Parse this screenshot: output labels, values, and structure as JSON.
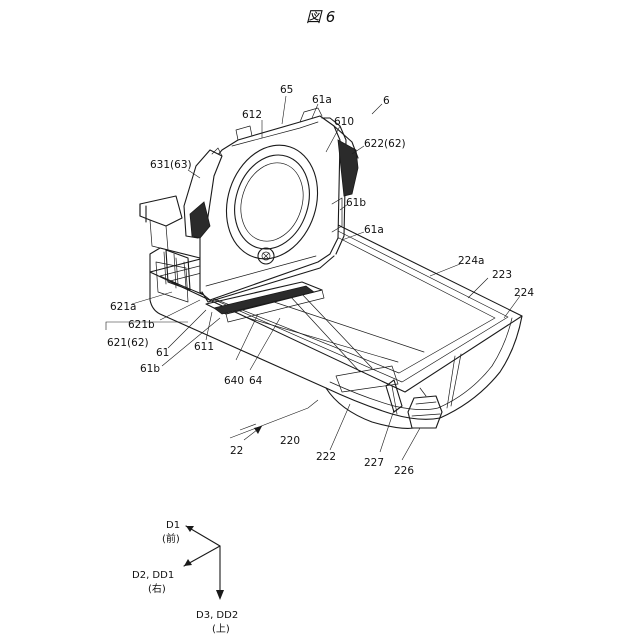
{
  "figure": {
    "title": "図 6"
  },
  "labels": {
    "l65": "65",
    "l61a_top": "61a",
    "l6": "6",
    "l612": "612",
    "l610": "610",
    "l622": "622(62)",
    "l631": "631(63)",
    "l61b_right": "61b",
    "l61a_mid": "61a",
    "l224a": "224a",
    "l223": "223",
    "l224": "224",
    "l621a": "621a",
    "l621b": "621b",
    "l621": "621(62)",
    "l61": "61",
    "l61b_left": "61b",
    "l611": "611",
    "l640": "640",
    "l64": "64",
    "l220": "220",
    "l22": "22",
    "l222": "222",
    "l227": "227",
    "l226": "226"
  },
  "axes": {
    "d1": "D1",
    "d1_sub": "(前)",
    "d2": "D2, DD1",
    "d2_sub": "(右)",
    "d3": "D3, DD2",
    "d3_sub": "(上)"
  }
}
